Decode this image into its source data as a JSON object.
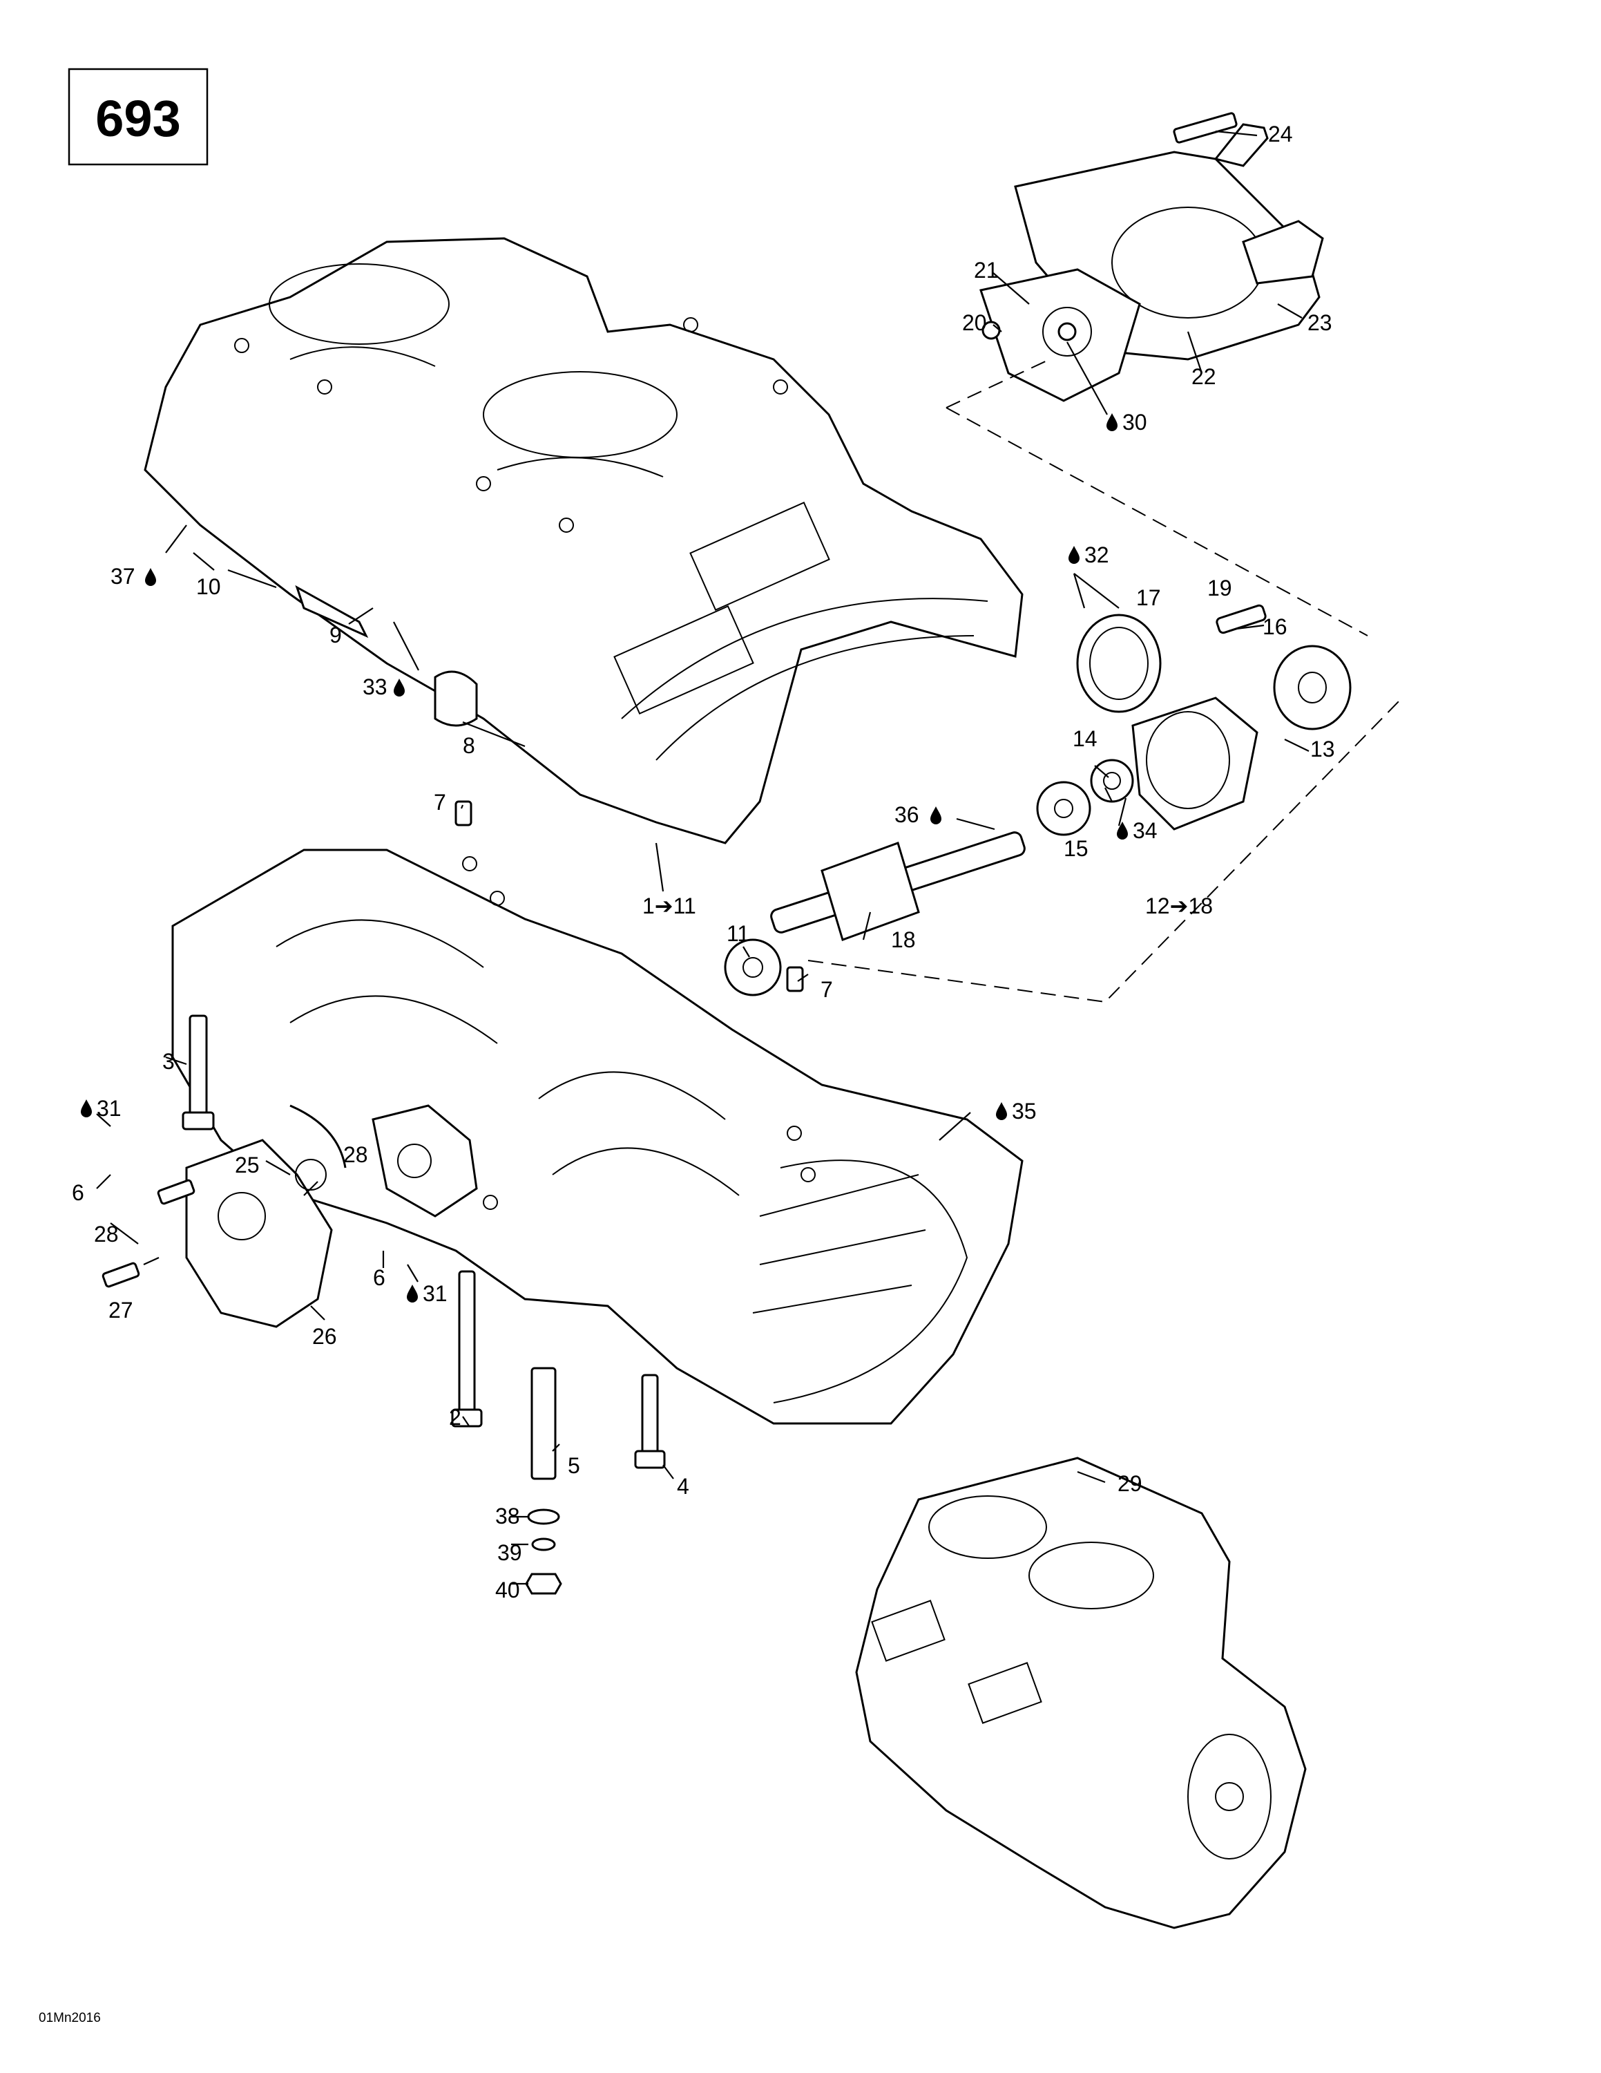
{
  "engine_code": "693",
  "footer_code": "01Mn2016",
  "callouts": {
    "c1_11": "1➔11",
    "c2": "2",
    "c3": "3",
    "c4": "4",
    "c5": "5",
    "c6a": "6",
    "c6b": "6",
    "c7a": "7",
    "c7b": "7",
    "c8": "8",
    "c9": "9",
    "c10": "10",
    "c11": "11",
    "c12_18": "12➔18",
    "c13": "13",
    "c14": "14",
    "c15": "15",
    "c16": "16",
    "c17": "17",
    "c18": "18",
    "c19": "19",
    "c20": "20",
    "c21": "21",
    "c22": "22",
    "c23": "23",
    "c24": "24",
    "c25": "25",
    "c26": "26",
    "c27": "27",
    "c28a": "28",
    "c28b": "28",
    "c29": "29",
    "c30": "30",
    "c31a": "31",
    "c31b": "31",
    "c32": "32",
    "c33": "33",
    "c34": "34",
    "c35": "35",
    "c36": "36",
    "c37": "37",
    "c38": "38",
    "c39": "39",
    "c40": "40"
  },
  "icons": {
    "lubricant": "oil-drop-icon"
  }
}
